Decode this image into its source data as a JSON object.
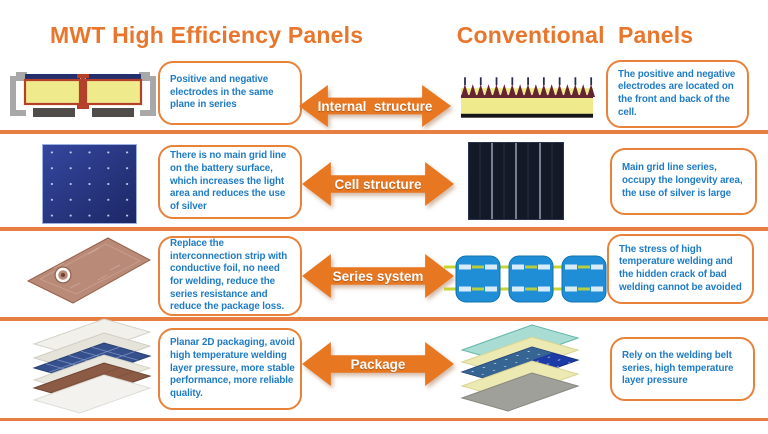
{
  "header": {
    "left_title": "MWT High Efficiency Panels",
    "right_title": "Conventional  Panels"
  },
  "colors": {
    "title_orange": "#e8762c",
    "accent_orange": "#e87722",
    "box_border_orange": "#e8813a",
    "divider_orange": "#e87f42",
    "text_blue": "#1f7cc4"
  },
  "rows": [
    {
      "label": "Internal  structure",
      "left_illustration": "mwt-cross-section",
      "left_text": "Positive and negative electrodes in the same plane in series",
      "right_illustration": "conventional-cross-section",
      "right_text": "The positive and negative electrodes are located on the front and back of the cell."
    },
    {
      "label": "Cell structure",
      "left_illustration": "mwt-cell-front",
      "left_text": "There is no main grid line on the battery surface, which increases the light area and reduces the use of silver",
      "right_illustration": "conventional-cell-front",
      "right_text": "Main grid line series, occupy the longevity area, the use of silver is large"
    },
    {
      "label": "Series system",
      "left_illustration": "conductive-foil-sheet",
      "left_text": "Replace the interconnection strip with conductive foil, no need for welding, reduce the series resistance and reduce the package loss.",
      "right_illustration": "welded-cell-string",
      "right_text": "The stress of high temperature welding and the hidden crack of bad welding cannot be avoided"
    },
    {
      "label": "Package",
      "left_illustration": "mwt-package-layers",
      "left_text": "Planar 2D packaging, avoid high temperature welding layer pressure, more stable performance, more reliable quality.",
      "right_illustration": "conventional-package-layers",
      "right_text": "Rely on the welding belt series, high temperature layer pressure"
    }
  ]
}
